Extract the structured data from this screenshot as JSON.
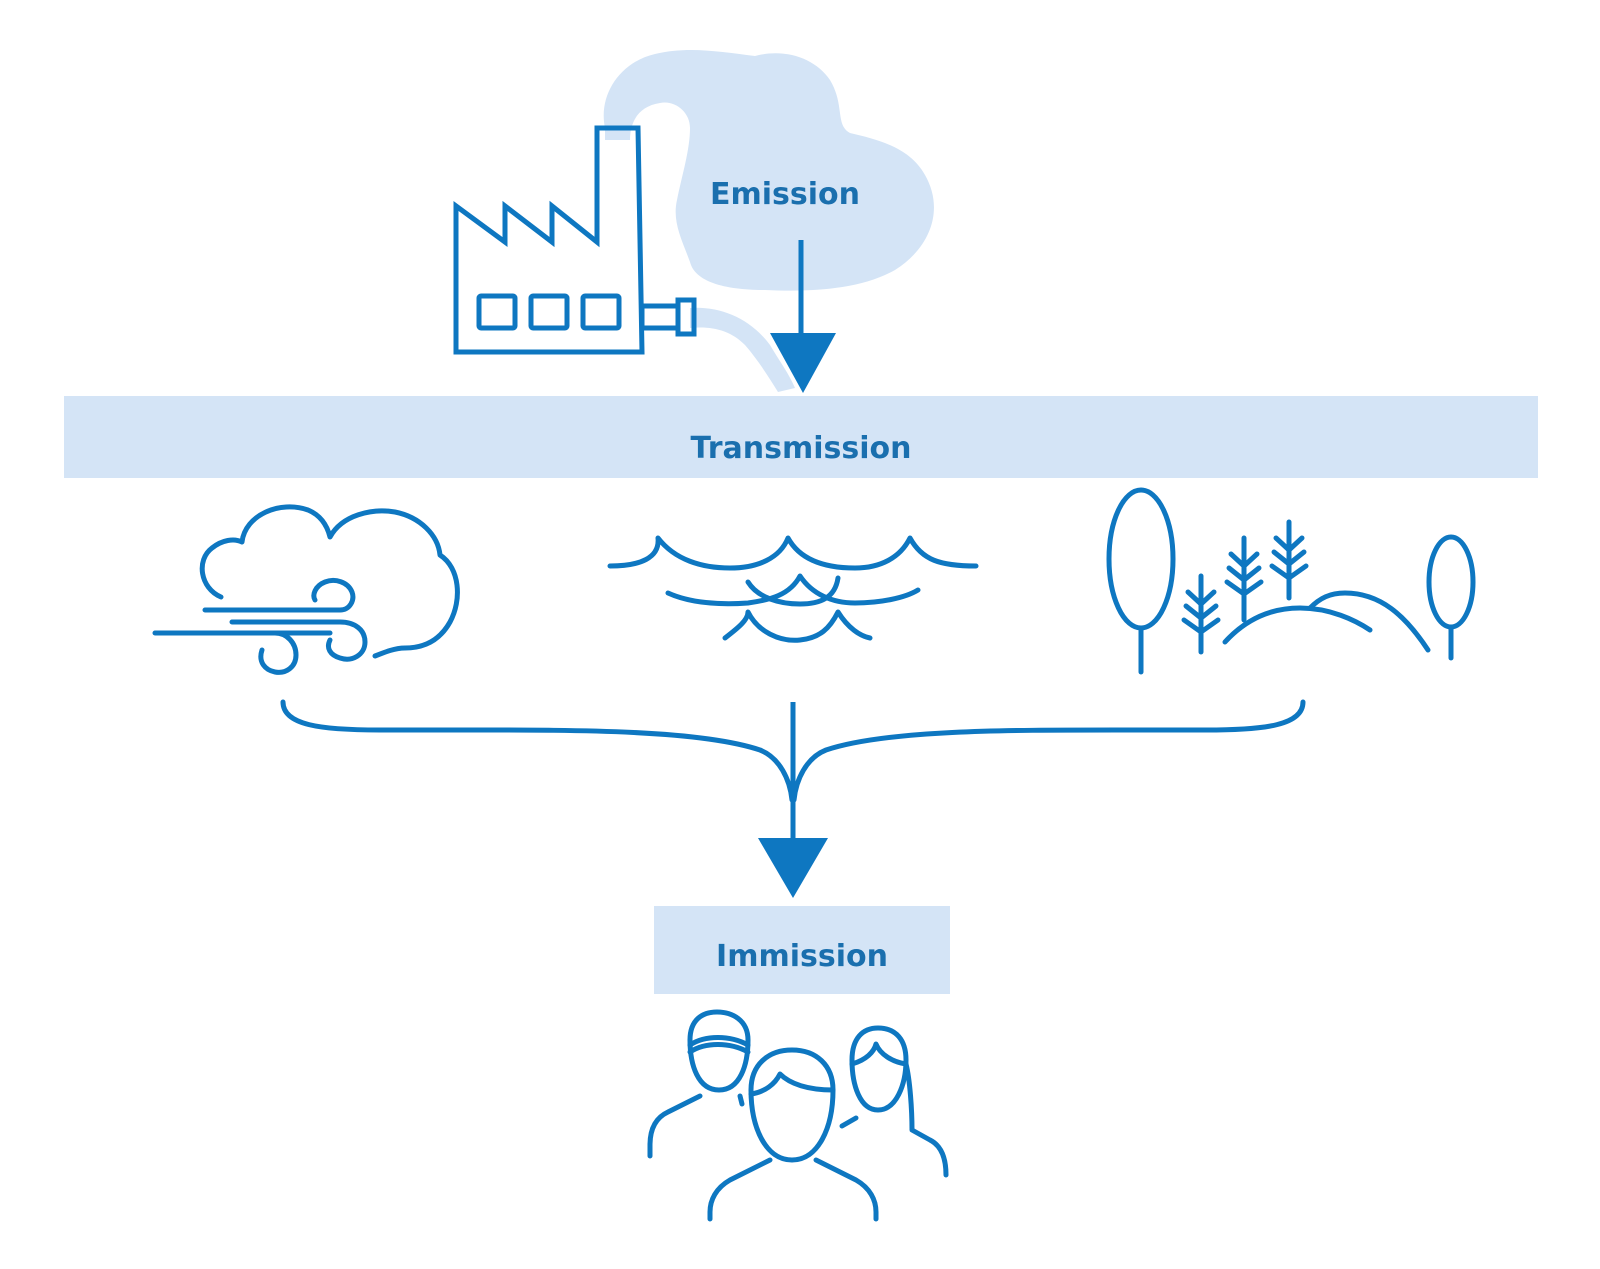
{
  "labels": {
    "emission": "Emission",
    "transmission": "Transmission",
    "immission": "Immission"
  },
  "colors": {
    "line": "#0e77c1",
    "fill": "#d4e4f6",
    "text": "#1a6fae"
  },
  "icons": [
    "factory-icon",
    "smoke-cloud-icon",
    "wind-cloud-icon",
    "water-waves-icon",
    "landscape-trees-icon",
    "people-group-icon"
  ]
}
